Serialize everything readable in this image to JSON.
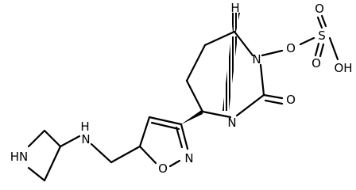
{
  "atoms": {
    "h_bridgehead": "H",
    "n_sulfate": "N",
    "o_ester": "O",
    "s": "S",
    "o_s_top": "O",
    "o_s_bottom": "O",
    "oh": "OH",
    "o_carbonyl": "O",
    "n_bridge": "N",
    "n_isoxazole": "N",
    "o_isoxazole": "O",
    "nh_amine": "H",
    "nh_amine_n": "N",
    "hn_azetidine": "HN"
  }
}
